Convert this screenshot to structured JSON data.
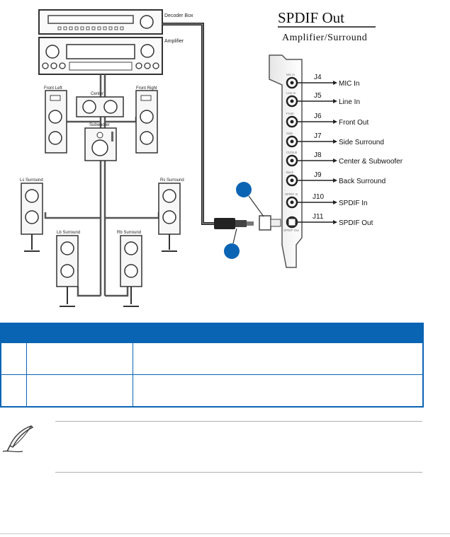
{
  "diagram": {
    "title": "SPDIF Out",
    "subtitle": "Amplifier/Surround",
    "devices": {
      "decoder_box": "Decoder Box",
      "amplifier": "Amplifier"
    },
    "speakers": {
      "front_left": "Front Left",
      "front_right": "Front Right",
      "center": "Center",
      "subwoofer": "Subwoofer",
      "ls_surround": "Ls Surround",
      "rs_surround": "Rs Surround",
      "lb_surround": "Lb Surround",
      "rb_surround": "Rb Surround"
    },
    "ports": [
      {
        "id": "J4",
        "label": "MIC In",
        "panel_label": "Mic In"
      },
      {
        "id": "J5",
        "label": "Line In",
        "panel_label": "Line In"
      },
      {
        "id": "J6",
        "label": "Front Out",
        "panel_label": "Front"
      },
      {
        "id": "J7",
        "label": "Side Surround",
        "panel_label": "Side"
      },
      {
        "id": "J8",
        "label": "Center & Subwoofer",
        "panel_label": "Ctr/Sub"
      },
      {
        "id": "J9",
        "label": "Back Surround",
        "panel_label": "Back"
      },
      {
        "id": "J10",
        "label": "SPDIF In",
        "panel_label": "SPDIF In"
      },
      {
        "id": "J11",
        "label": "SPDIF Out",
        "panel_label": "SPDIF Out"
      }
    ],
    "colors": {
      "callout": "#0a64b4",
      "cable": "#222222",
      "panel": "#f4f4f4"
    }
  },
  "table": {
    "header_color": "#0a64b4",
    "rows": 2
  }
}
